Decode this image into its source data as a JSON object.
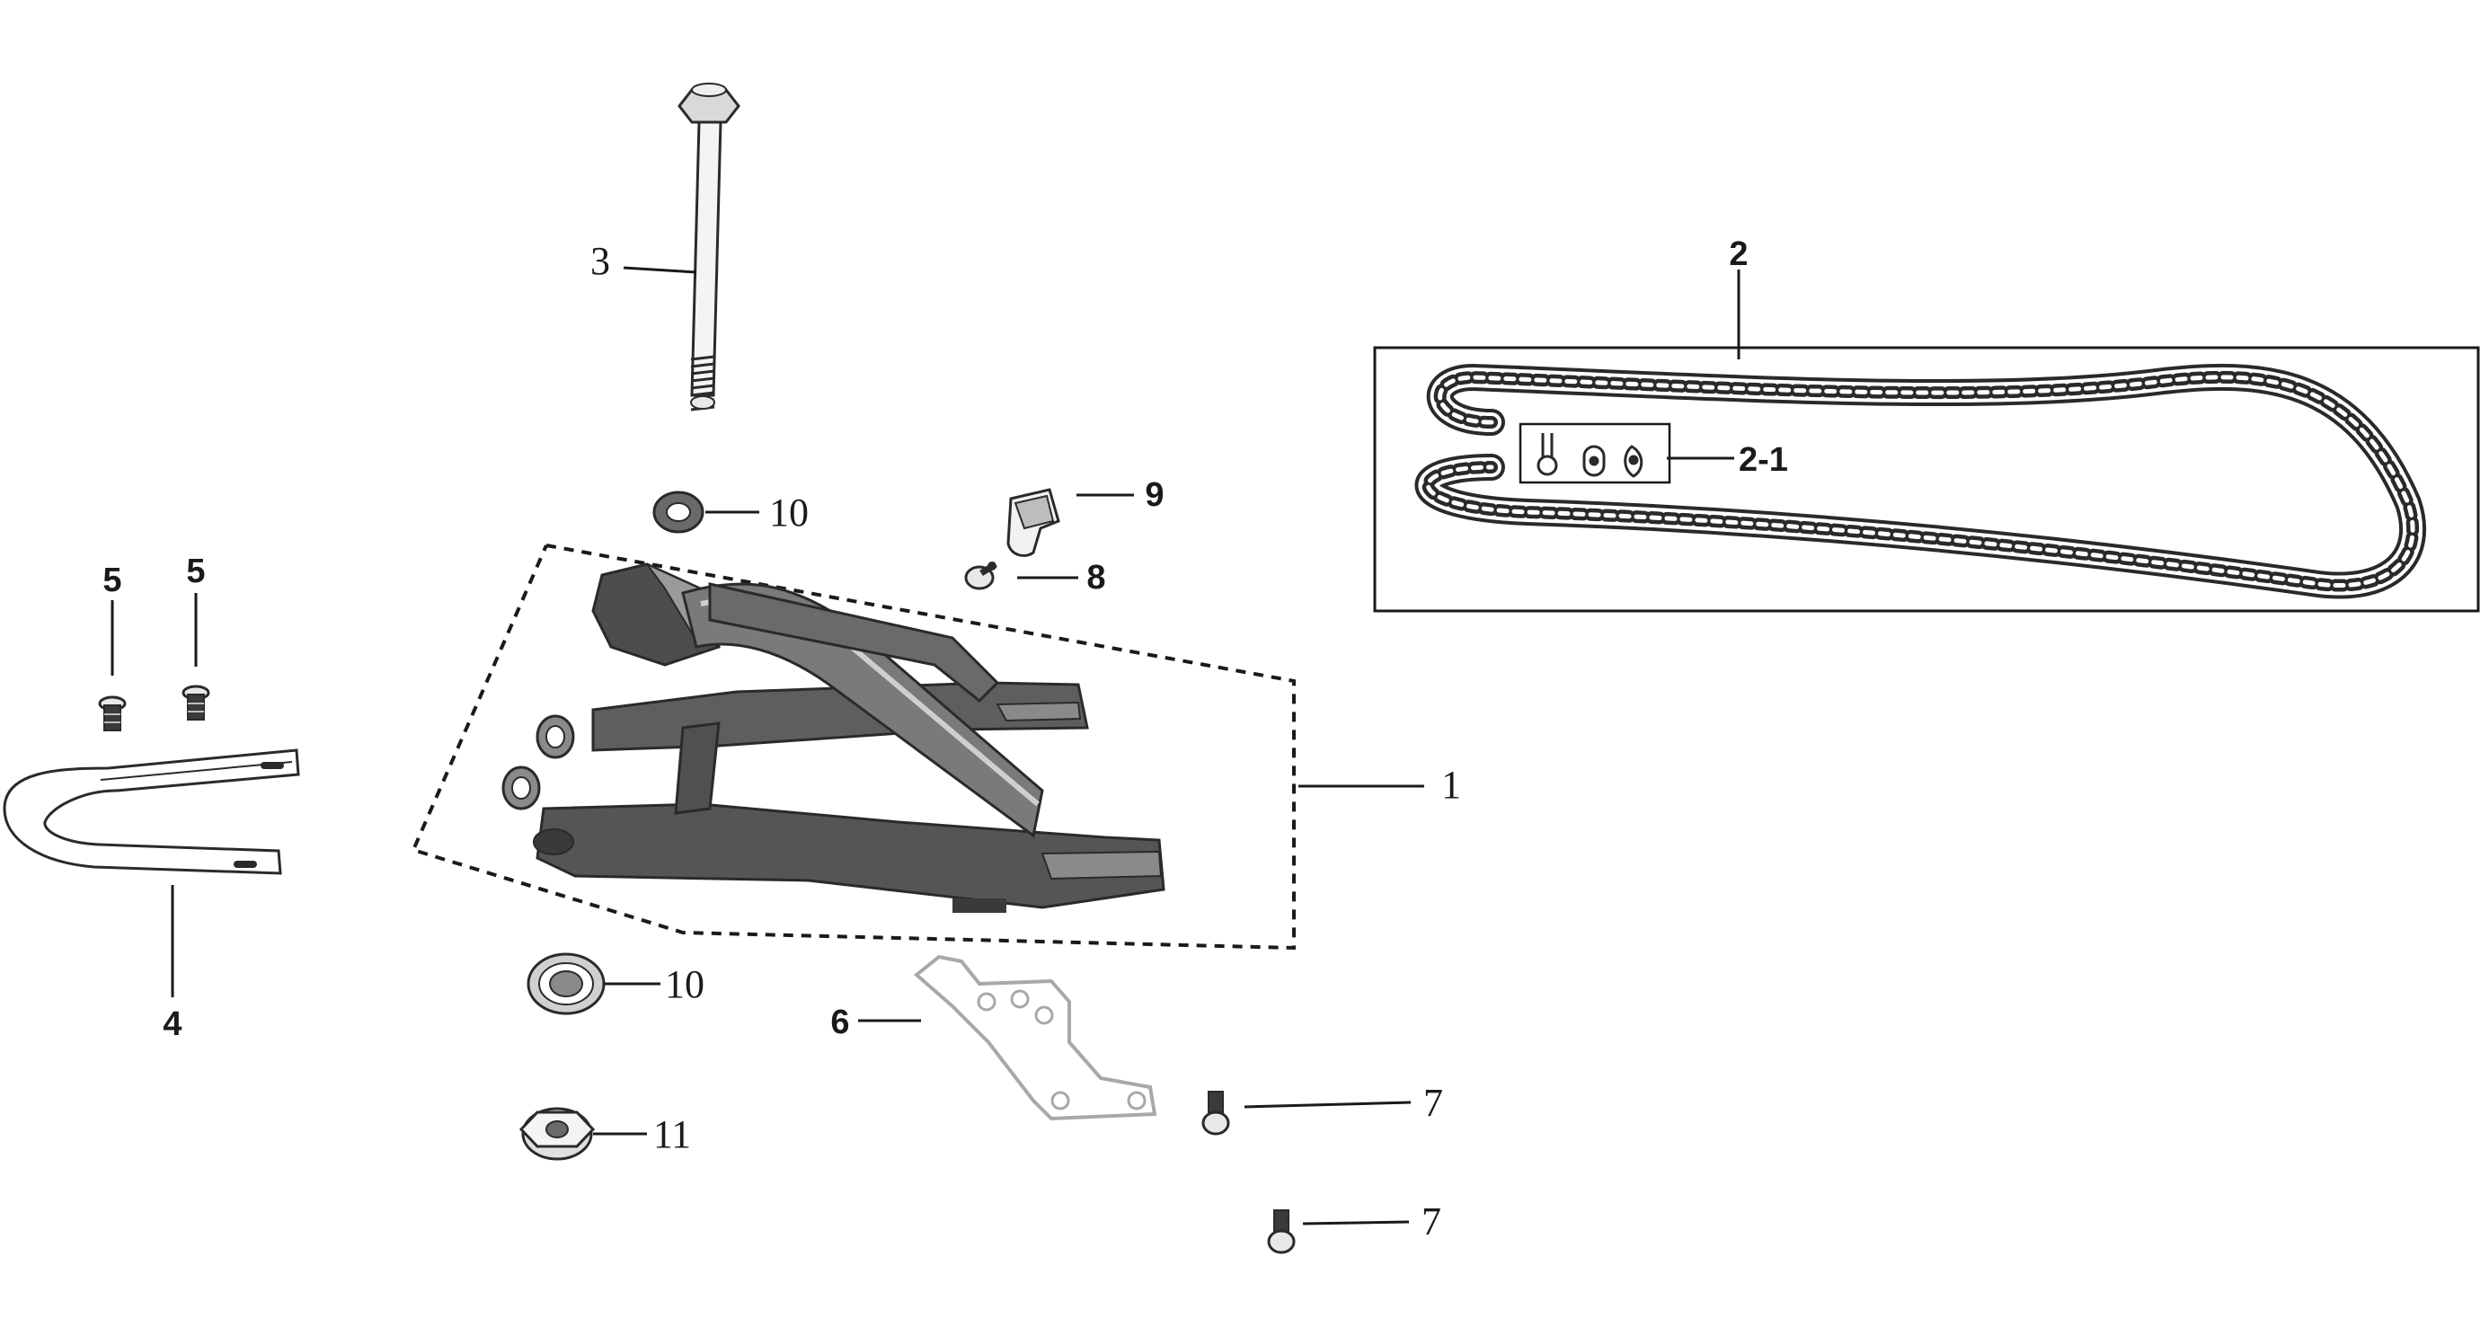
{
  "diagram": {
    "colors": {
      "ink": "#1a1a1a",
      "metal_dark": "#4d4d4d",
      "metal_mid": "#7a7a7a",
      "metal_light": "#d9d9d9",
      "outline": "#2a2a2a",
      "bracket": "#a8a8a8"
    },
    "callouts": {
      "p1": "1",
      "p2": "2",
      "p2_1": "2-1",
      "p3": "3",
      "p4": "4",
      "p5a": "5",
      "p5b": "5",
      "p6": "6",
      "p7a": "7",
      "p7b": "7",
      "p8": "8",
      "p9": "9",
      "p10a": "10",
      "p10b": "10",
      "p11": "11"
    }
  }
}
